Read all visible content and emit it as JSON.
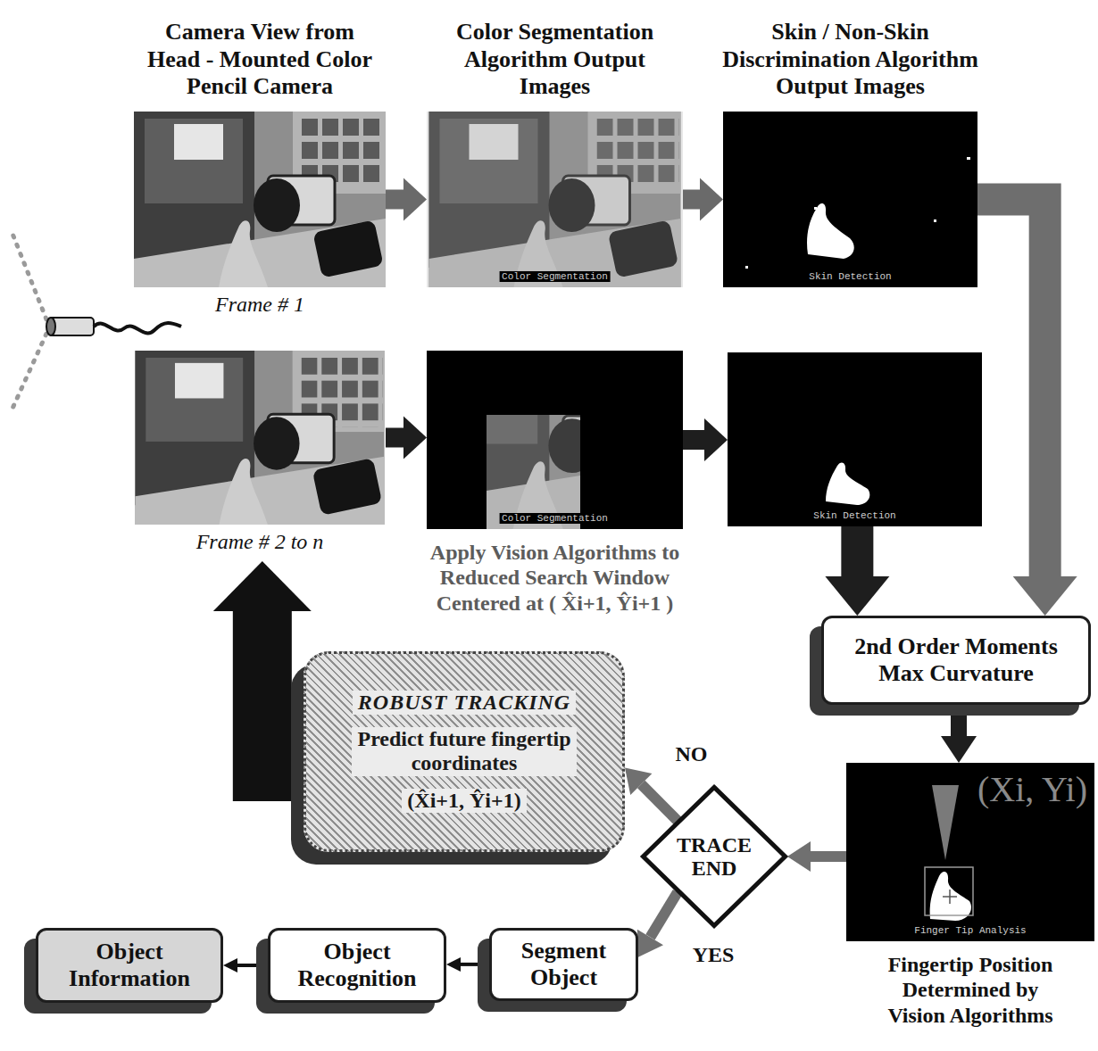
{
  "diagram": {
    "nodes": [
      {
        "text": [
          "Camera View from Head - Mounted Color Pencil Camera",
          "Frame # 1"
        ]
      },
      {
        "text": [
          "Color Segmentation Algorithm Output Images",
          "Color Segmentation"
        ]
      },
      {
        "text": [
          "Skin / Non-Skin Discrimination Algorithm Output Images",
          "Skin Detection"
        ]
      },
      {
        "text": [
          "Frame # 2 to n"
        ]
      },
      {
        "text": [
          "Color Segmentation",
          "Apply Vision Algorithms to Reduced Search Window Centered at ( X̂i+1, Ŷi+1 )"
        ]
      },
      {
        "text": [
          "Skin Detection"
        ]
      },
      {
        "text": [
          "2nd Order Moments Max Curvature"
        ]
      },
      {
        "text": [
          "(Xi, Yi)",
          "Finger Tip Analysis",
          "Fingertip Position Determined by Vision Algorithms"
        ]
      },
      {
        "text": [
          "TRACE END"
        ]
      },
      {
        "text": [
          "ROBUST TRACKING",
          "Predict future fingertip coordinates",
          "(X̂i+1, Ŷi+1)"
        ]
      },
      {
        "text": [
          "Segment Object"
        ]
      },
      {
        "text": [
          "Object Recognition"
        ]
      },
      {
        "text": [
          "Object Information"
        ]
      }
    ],
    "edges": [
      {
        "from": 0,
        "to": 1,
        "arrow": "to"
      },
      {
        "from": 1,
        "to": 2,
        "arrow": "to"
      },
      {
        "from": 3,
        "to": 4,
        "arrow": "to"
      },
      {
        "from": 4,
        "to": 5,
        "arrow": "to"
      },
      {
        "from": 2,
        "to": 6,
        "arrow": "to"
      },
      {
        "from": 5,
        "to": 6,
        "arrow": "to"
      },
      {
        "from": 6,
        "to": 7,
        "arrow": "to"
      },
      {
        "from": 7,
        "to": 8,
        "arrow": "to"
      },
      {
        "from": 8,
        "to": 9,
        "label": "NO",
        "arrow": "to"
      },
      {
        "from": 8,
        "to": 10,
        "label": "YES",
        "arrow": "to"
      },
      {
        "from": 10,
        "to": 11,
        "arrow": "to"
      },
      {
        "from": 11,
        "to": 12,
        "arrow": "to"
      },
      {
        "from": 9,
        "to": 3,
        "arrow": "to"
      }
    ]
  }
}
